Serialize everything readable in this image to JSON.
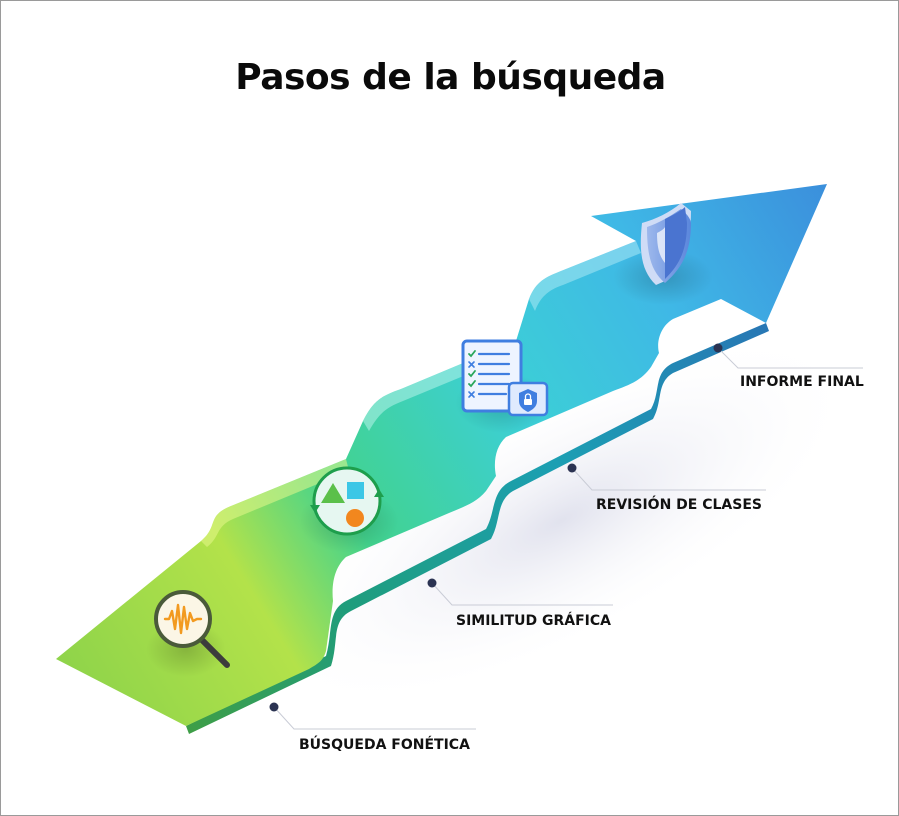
{
  "title": "Pasos de la búsqueda",
  "steps": [
    {
      "label": "BÚSQUEDA FONÉTICA",
      "icon": "magnifier-soundwave-icon"
    },
    {
      "label": "SIMILITUD GRÁFICA",
      "icon": "shapes-similarity-icon"
    },
    {
      "label": "REVISIÓN DE CLASES",
      "icon": "checklist-document-icon"
    },
    {
      "label": "INFORME FINAL",
      "icon": "shield-icon"
    }
  ],
  "colors": {
    "arrow_start": "#8fd44a",
    "arrow_mid": "#3cd0c4",
    "arrow_end": "#3b93dd",
    "marker": "#2b3352"
  }
}
